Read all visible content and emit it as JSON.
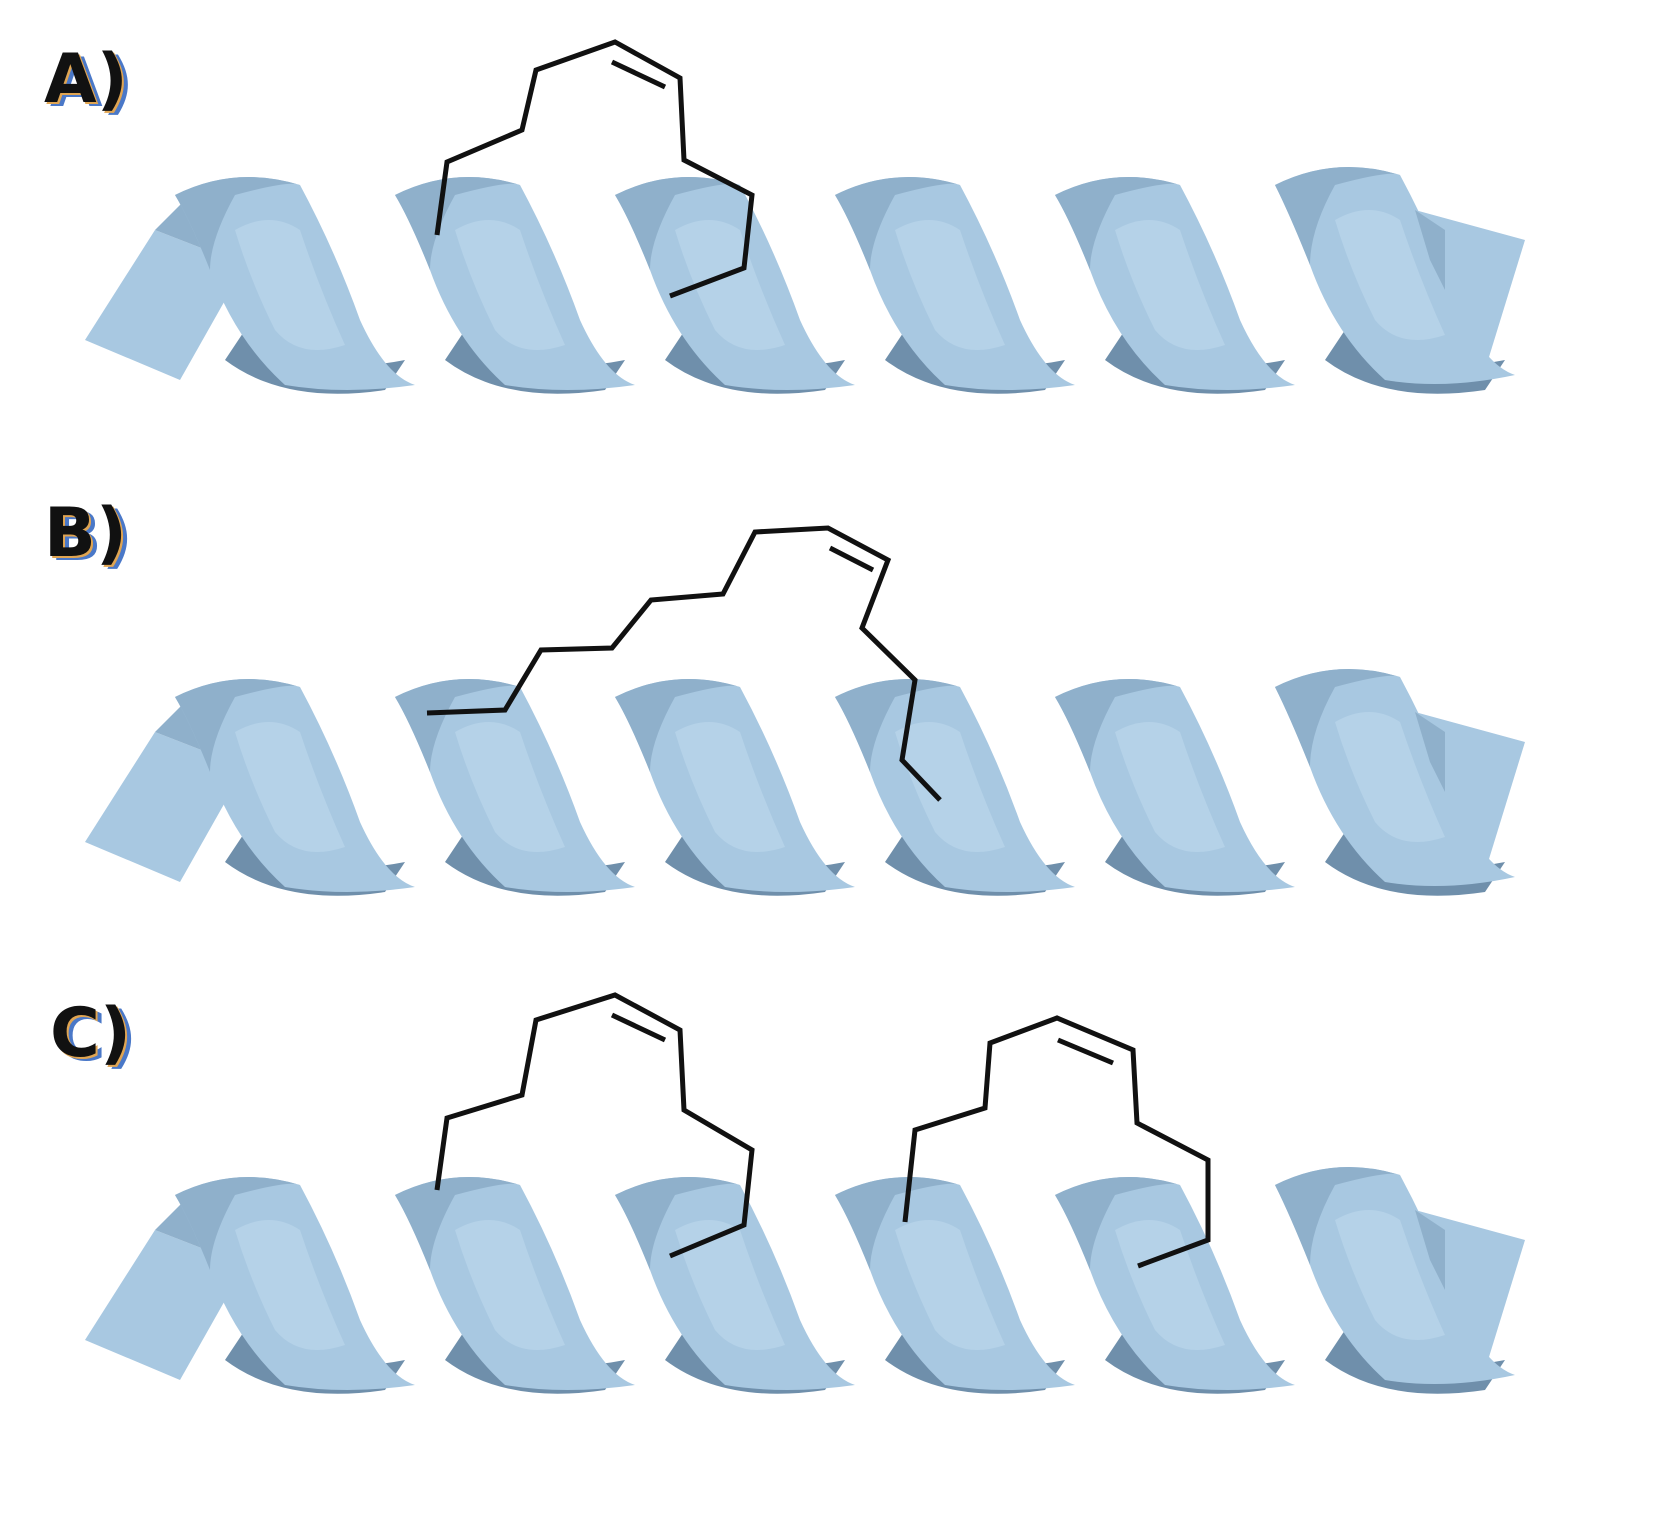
{
  "panels": [
    {
      "label": "A)"
    },
    {
      "label": "B)"
    },
    {
      "label": "C)"
    }
  ],
  "colors": {
    "helix_light": "#a8c8e1",
    "helix_mid": "#8fb0cb",
    "helix_dark": "#6f8fab",
    "staple": "#111111"
  }
}
